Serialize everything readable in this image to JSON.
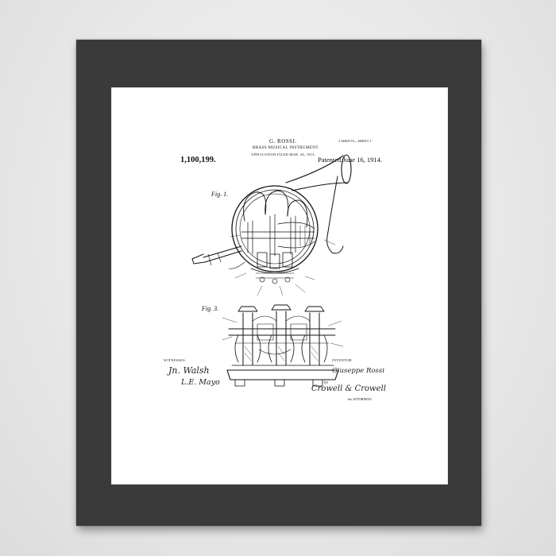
{
  "patent": {
    "inventor": "G. ROSSI.",
    "title": "BRASS MUSICAL INSTRUMENT.",
    "filed": "APPLICATION FILED MAR. 26, 1913.",
    "sheets": "2 SHEETS—SHEET 1.",
    "number": "1,100,199.",
    "date": "Patented June 16, 1914.",
    "fig1_label": "Fig. 1.",
    "fig3_label": "Fig. 3.",
    "witnesses_label": "WITNESSES:",
    "inventor_label": "INVENTOR",
    "by_label": "BY",
    "attorneys_label": "his ATTORNEYS"
  },
  "signatures": {
    "witness_1": "Jn. Walsh",
    "witness_2": "L.E. Mayo",
    "inventor": "Giuseppe Rossi",
    "attorneys": "Crowell & Crowell"
  },
  "colors": {
    "wall": "#e9e9e9",
    "frame": "#3a3a3a",
    "mat": "#ffffff",
    "ink": "#111111"
  }
}
